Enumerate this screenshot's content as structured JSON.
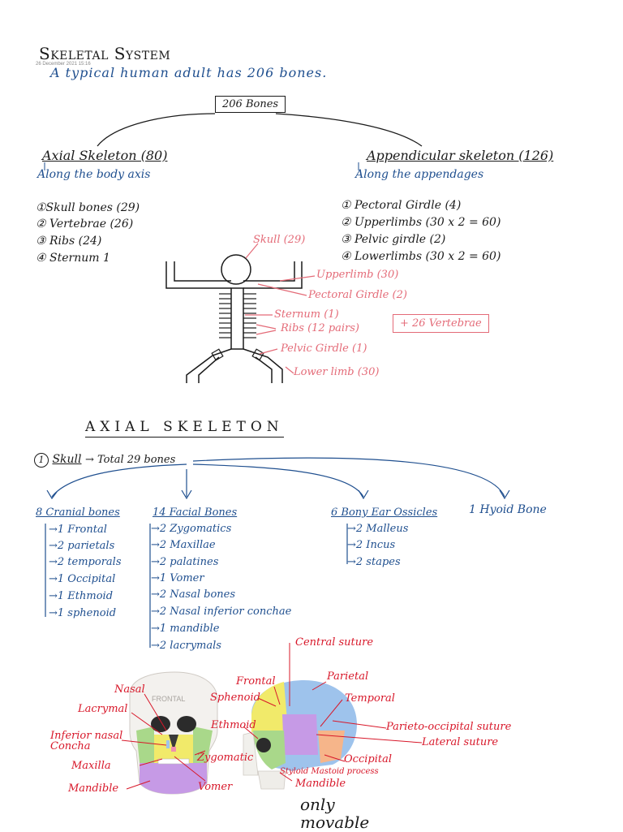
{
  "page": {
    "title": "Skeletal System",
    "timestamp": "26 December 2021     15:16",
    "intro": "A typical human adult has 206 bones."
  },
  "top_diagram": {
    "root": "206 Bones",
    "axial": {
      "heading": "Axial Skeleton (80)",
      "subtitle": "Along the body axis",
      "items": [
        "①Skull bones (29)",
        "② Vertebrae (26)",
        "③ Ribs (24)",
        "④ Sternum 1"
      ]
    },
    "appendicular": {
      "heading": "Appendicular skeleton (126)",
      "subtitle": "Along the appendages",
      "items": [
        "① Pectoral Girdle (4)",
        "② Upperlimbs (30 x 2 = 60)",
        "③ Pelvic girdle (2)",
        "④ Lowerlimbs (30 x 2 = 60)"
      ]
    },
    "figure_labels": {
      "skull": "Skull (29)",
      "upperlimb": "Upperlimb (30)",
      "pectoral": "Pectoral Girdle (2)",
      "sternum": "Sternum (1)",
      "ribs": "Ribs (12 pairs)",
      "pelvic": "Pelvic Girdle (1)",
      "lowerlimb": "Lower limb (30)",
      "vertebrae_box": "+ 26 Vertebrae"
    }
  },
  "axial_section": {
    "heading": "AXIAL SKELETON",
    "skull_line": {
      "number": "1",
      "skull": "Skull",
      "total": "→ Total 29 bones"
    },
    "groups": [
      {
        "heading": "8 Cranial bones",
        "items": [
          "1 Frontal",
          "2 parietals",
          "2 temporals",
          "1 Occipital",
          "1 Ethmoid",
          "1 sphenoid"
        ]
      },
      {
        "heading": "14 Facial Bones",
        "items": [
          "2 Zygomatics",
          "2 Maxillae",
          "2 palatines",
          "1 Vomer",
          "2 Nasal bones",
          "2 Nasal inferior conchae",
          "1 mandible",
          "2 lacrymals"
        ]
      },
      {
        "heading": "6 Bony Ear Ossicles",
        "items": [
          "2 Malleus",
          "2 Incus",
          "2 stapes"
        ]
      },
      {
        "heading": "1 Hyoid Bone",
        "items": []
      }
    ]
  },
  "skull_figure": {
    "front_caption": "FRONTAL",
    "labels_left": [
      "Nasal",
      "Lacrymal",
      "Inferior nasal Concha",
      "Maxilla",
      "Mandible"
    ],
    "labels_front_right": [
      "Zygomatic",
      "Vomer"
    ],
    "labels_side": [
      "Central suture",
      "Frontal",
      "Parietal",
      "Sphenoid",
      "Temporal",
      "Ethmoid",
      "Parieto-occipital suture",
      "Lateral suture",
      "Occipital",
      "Styloid Mastoid process",
      "Mandible"
    ],
    "note": "only movable"
  },
  "colors": {
    "black_ink": "#1a1a1a",
    "blue_ink": "#1f4f8f",
    "pink_ink": "#e46b78",
    "red_ink": "#d8182a",
    "skull_yellow": "#f1ea6a",
    "skull_blue": "#9ec3ec",
    "skull_purple": "#c69ae6",
    "skull_green": "#a9d88a",
    "skull_pink": "#f08fae",
    "skull_orange": "#f6b58a"
  }
}
